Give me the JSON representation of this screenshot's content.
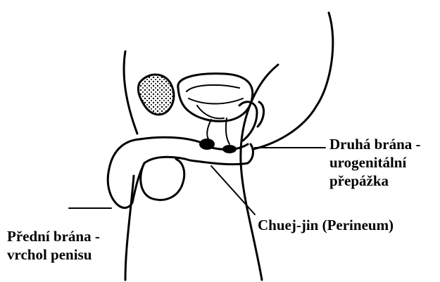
{
  "labels": {
    "second_gate": {
      "line1": "Druhá brána -",
      "line2": "urogenitální",
      "line3": "přepážka"
    },
    "perineum": "Chuej-jin (Perineum)",
    "front_gate": {
      "line1": "Přední brána -",
      "line2": "vrchol penisu"
    }
  },
  "colors": {
    "ink": "#000000",
    "background": "#ffffff"
  }
}
